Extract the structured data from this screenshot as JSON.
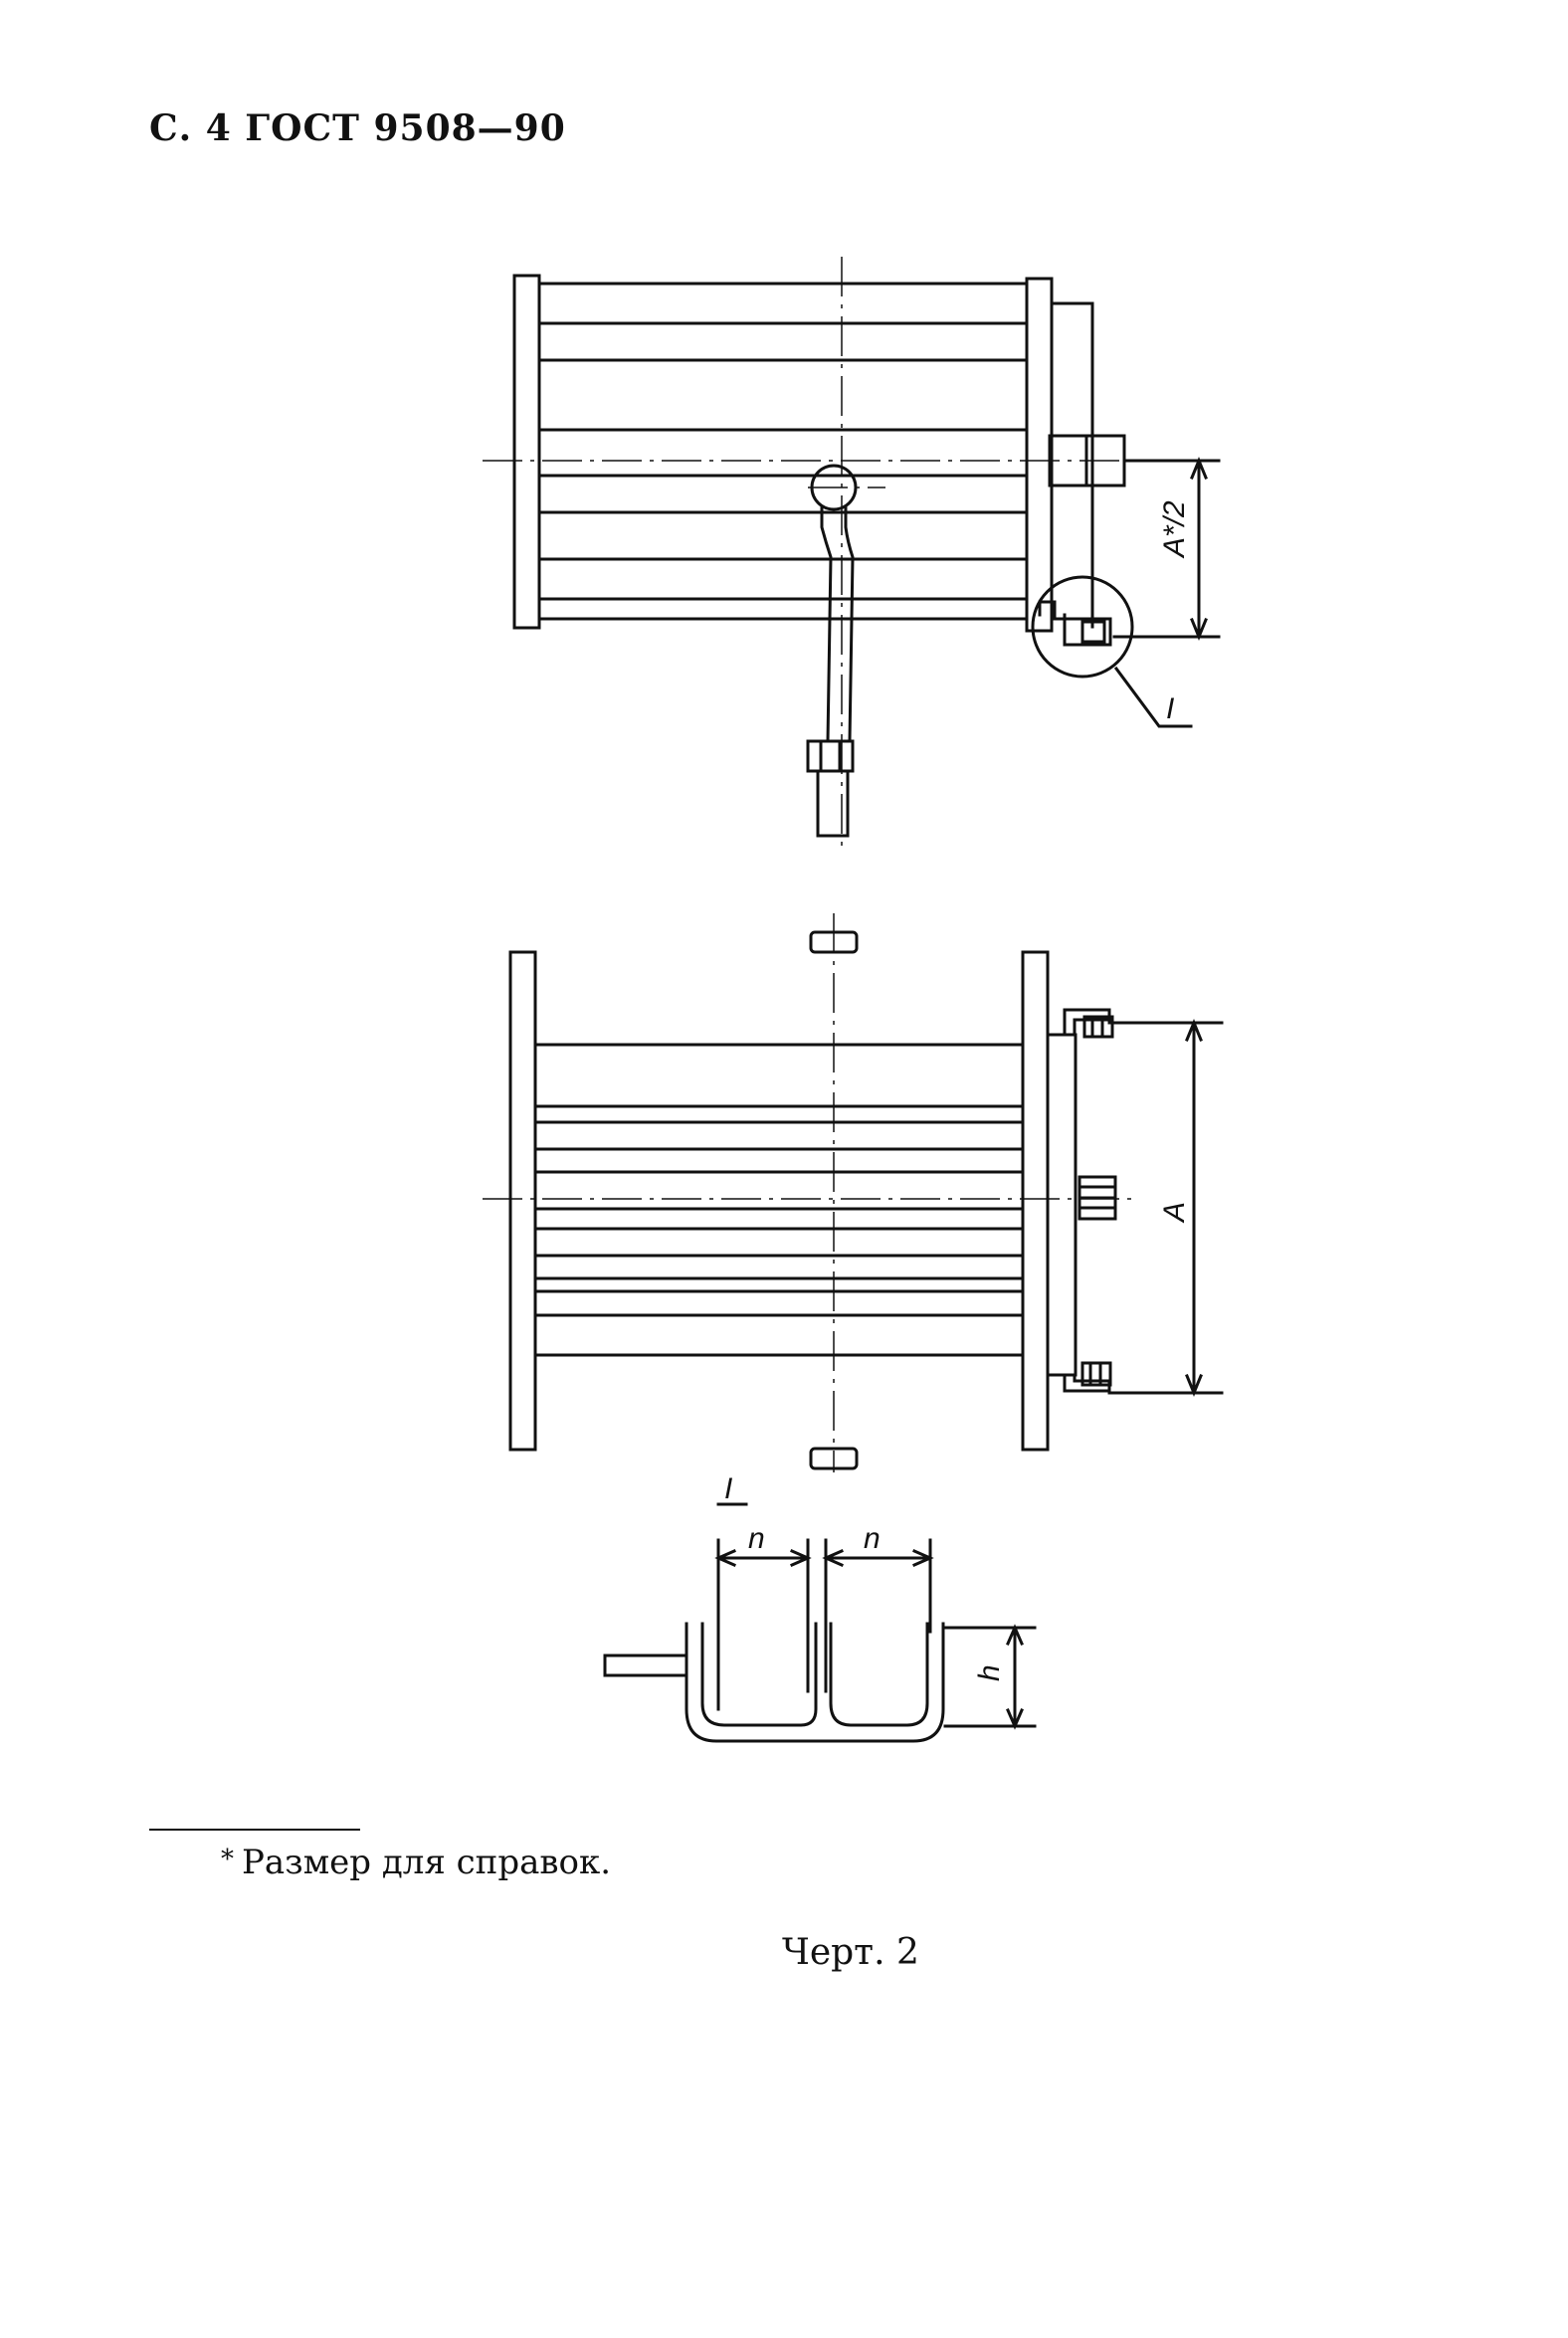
{
  "header": {
    "text": "С. 4 ГОСТ 9508—90"
  },
  "drawing": {
    "dimensions": {
      "half_a": "A*/2",
      "a": "A",
      "n_left": "n",
      "n_right": "n",
      "h": "h"
    },
    "views": {
      "detail_callout": "I",
      "detail_title": "I"
    }
  },
  "footnote": {
    "mark": "*",
    "text": "Размер для справок."
  },
  "caption": {
    "text": "Черт. 2"
  }
}
